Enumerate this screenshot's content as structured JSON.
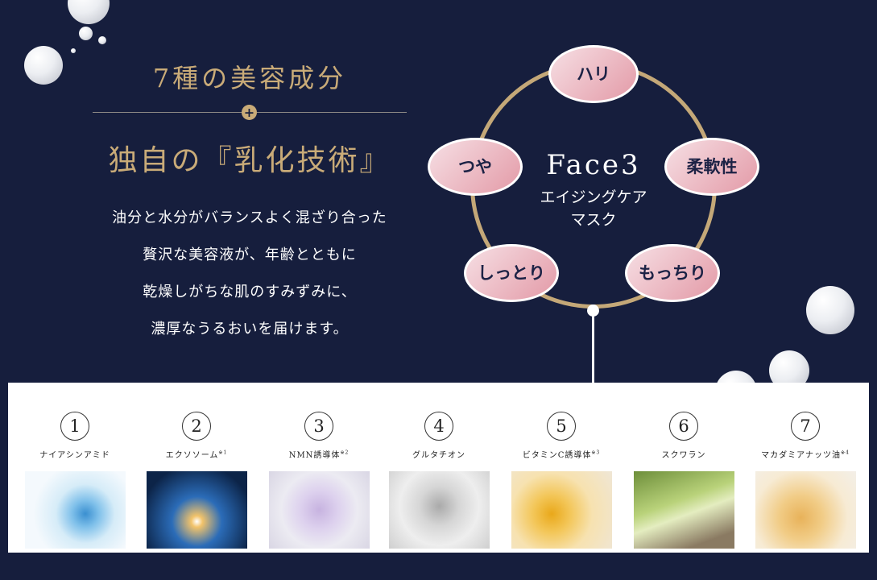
{
  "heading": {
    "line1": "7種の美容成分",
    "plus": "+",
    "line2": "独自の『乳化技術』"
  },
  "description": [
    "油分と水分がバランスよく混ざり合った",
    "贅沢な美容液が、年齢とともに",
    "乾燥しがちな肌のすみずみに、",
    "濃厚なうるおいを届けます。"
  ],
  "center": {
    "title": "Face3",
    "sub1": "エイジングケア",
    "sub2": "マスク"
  },
  "benefits": [
    "ハリ",
    "柔軟性",
    "もっちり",
    "しっとり",
    "つや"
  ],
  "ingredients": [
    {
      "num": "1",
      "name": "ナイアシンアミド",
      "note": ""
    },
    {
      "num": "2",
      "name": "エクソソーム",
      "note": "※1"
    },
    {
      "num": "3",
      "name": "NMN誘導体",
      "note": "※2"
    },
    {
      "num": "4",
      "name": "グルタチオン",
      "note": ""
    },
    {
      "num": "5",
      "name": "ビタミンC誘導体",
      "note": "※3"
    },
    {
      "num": "6",
      "name": "スクワラン",
      "note": ""
    },
    {
      "num": "7",
      "name": "マカダミアナッツ油",
      "note": "※4"
    }
  ],
  "colors": {
    "background": "#161e3d",
    "gold": "#c9ab78",
    "pink": "#e39aa7"
  }
}
